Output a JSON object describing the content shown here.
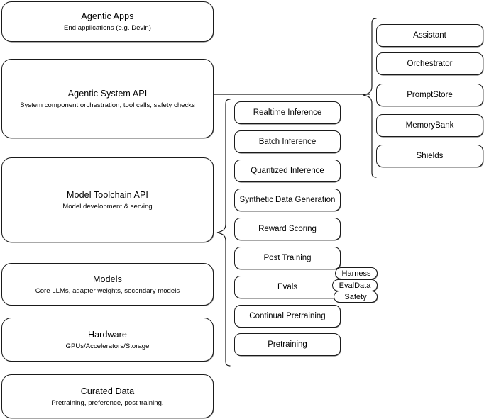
{
  "diagram": {
    "type": "layered-architecture-stack",
    "title": "Agentic stack layers with capability and component groupings",
    "background_color": "#ffffff",
    "stroke_color": "#1a1a1a",
    "text_color": "#000000"
  },
  "layers": [
    {
      "id": "agentic-apps",
      "title": "Agentic Apps",
      "subtitle": "End applications (e.g. Devin)"
    },
    {
      "id": "agentic-system-api",
      "title": "Agentic System API",
      "subtitle": "System component orchestration, tool calls, safety checks"
    },
    {
      "id": "model-toolchain-api",
      "title": "Model Toolchain API",
      "subtitle": "Model development & serving"
    },
    {
      "id": "models",
      "title": "Models",
      "subtitle": "Core LLMs, adapter weights, secondary models"
    },
    {
      "id": "hardware",
      "title": "Hardware",
      "subtitle": "GPUs/Accelerators/Storage"
    },
    {
      "id": "curated-data",
      "title": "Curated Data",
      "subtitle": "Pretraining, preference, post training."
    }
  ],
  "capabilities": [
    {
      "id": "realtime-inference",
      "label": "Realtime Inference"
    },
    {
      "id": "batch-inference",
      "label": "Batch Inference"
    },
    {
      "id": "quantized-inference",
      "label": "Quantized Inference"
    },
    {
      "id": "synthetic-data-generation",
      "label": "Synthetic Data Generation"
    },
    {
      "id": "reward-scoring",
      "label": "Reward Scoring"
    },
    {
      "id": "post-training",
      "label": "Post Training"
    },
    {
      "id": "evals",
      "label": "Evals"
    },
    {
      "id": "continual-pretraining",
      "label": "Continual Pretraining"
    },
    {
      "id": "pretraining",
      "label": "Pretraining"
    }
  ],
  "eval_tags": [
    {
      "id": "harness",
      "label": "Harness"
    },
    {
      "id": "evaldata",
      "label": "EvalData"
    },
    {
      "id": "safety",
      "label": "Safety"
    }
  ],
  "components": [
    {
      "id": "assistant",
      "label": "Assistant"
    },
    {
      "id": "orchestrator",
      "label": "Orchestrator"
    },
    {
      "id": "promptstore",
      "label": "PromptStore"
    },
    {
      "id": "memorybank",
      "label": "MemoryBank"
    },
    {
      "id": "shields",
      "label": "Shields"
    }
  ],
  "connectors": [
    {
      "id": "system-api-to-components",
      "from": "agentic-system-api",
      "to": "components-group",
      "style": "horizontal-line-to-brace"
    },
    {
      "id": "toolchain-api-to-capabilities",
      "from": "model-toolchain-api",
      "to": "capabilities-group",
      "style": "brace"
    }
  ]
}
